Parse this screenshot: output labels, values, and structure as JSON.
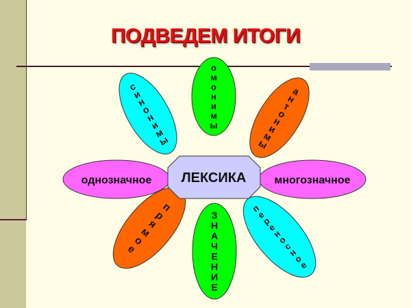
{
  "title": "ПОДВЕДЕМ ИТОГИ",
  "center": {
    "label": "ЛЕКСИКА",
    "color": "#ccccff"
  },
  "petals": [
    {
      "id": "synonyms",
      "word": "синонимы",
      "color": "#00ffff"
    },
    {
      "id": "homonyms",
      "word": "омонимы",
      "color": "#00ff00"
    },
    {
      "id": "antonyms",
      "word": "антонимы",
      "color": "#ff6600"
    },
    {
      "id": "direct",
      "word": "прямое",
      "color": "#ff6600"
    },
    {
      "id": "meaning",
      "word": "ЗНАЧЕНИЕ",
      "color": "#00ff00"
    },
    {
      "id": "figurative",
      "word": "переносное",
      "color": "#00ffff"
    }
  ],
  "side_petals": [
    {
      "id": "monosemous",
      "word": "однозначное",
      "color": "#ff66ff"
    },
    {
      "id": "polysemous",
      "word": "многозначное",
      "color": "#ff66ff"
    }
  ]
}
